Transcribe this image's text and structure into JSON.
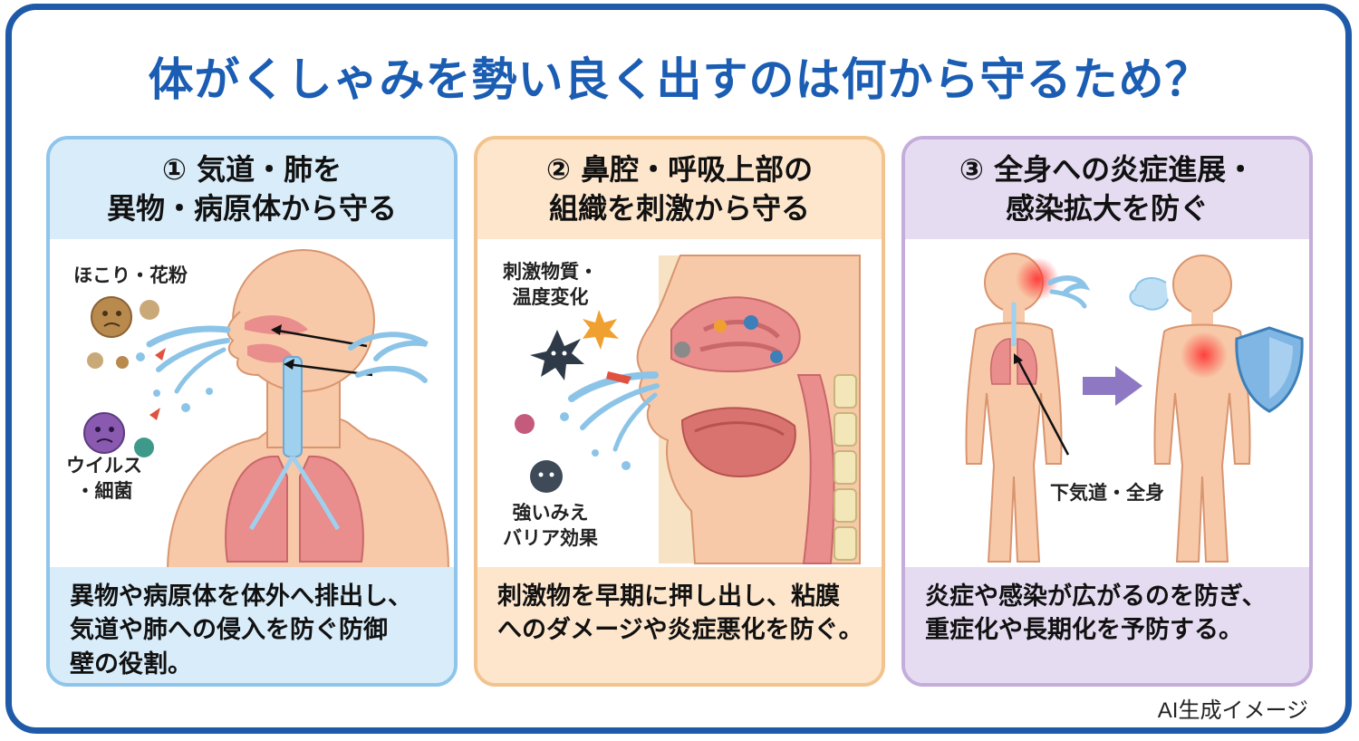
{
  "title": "体がくしゃみを勢い良く出すのは何から守るため？",
  "panels": [
    {
      "heading_line1": "① 気道・肺を",
      "heading_line2": "異物・病原体から守る",
      "labels": {
        "dust_pollen": "ほこり・花粉",
        "virus_bacteria_line1": "ウイルス",
        "virus_bacteria_line2": "・細菌"
      },
      "desc_line1": "異物や病原体を体外へ排出し、",
      "desc_line2": "気道や肺への侵入を防ぐ防御",
      "desc_line3": "壁の役割。"
    },
    {
      "heading_line1": "② 鼻腔・呼吸上部の",
      "heading_line2": "組織を刺激から守る",
      "labels": {
        "irritant_line1": "刺激物質・",
        "irritant_line2": "温度変化",
        "barrier_line1": "強いみえ",
        "barrier_line2": "バリア効果"
      },
      "desc_line1": "刺激物を早期に押し出し、粘膜",
      "desc_line2": "へのダメージや炎症悪化を防ぐ。"
    },
    {
      "heading_line1": "③ 全身への炎症進展・",
      "heading_line2": "感染拡大を防ぐ",
      "labels": {
        "lower_airway": "下気道・全身"
      },
      "desc_line1": "炎症や感染が広がるのを防ぎ、",
      "desc_line2": "重症化や長期化を予防する。"
    }
  ],
  "credit": "AI生成イメージ",
  "colors": {
    "frame": "#1e5aa8",
    "title": "#1a5db3",
    "panel1_bg": "#d8ecf9",
    "panel2_bg": "#fde6cc",
    "panel3_bg": "#e6dcf2",
    "skin": "#f7c9a8",
    "lung": "#e98d8d",
    "air": "#8cc4e8"
  }
}
